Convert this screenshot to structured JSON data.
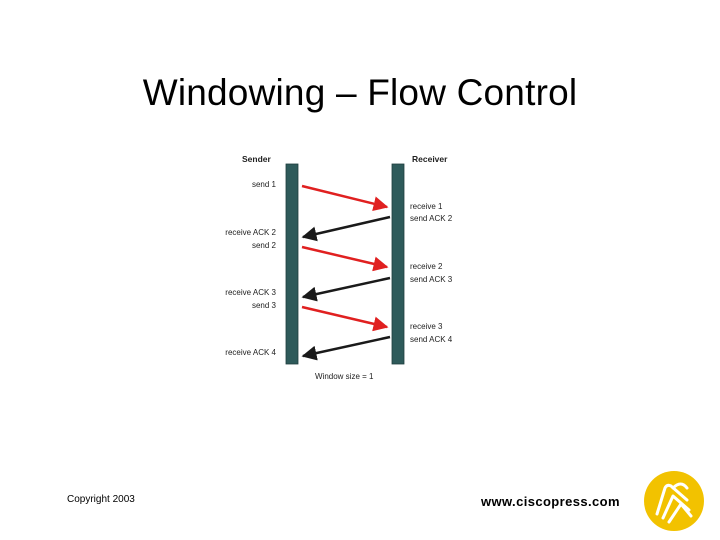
{
  "slide": {
    "title": "Windowing – Flow Control",
    "footer": {
      "copyright": "Copyright 2003",
      "website": "www.ciscopress.com"
    },
    "logo": {
      "icon": "ciscopress-logo-icon",
      "color": "#f2c200"
    }
  },
  "diagram": {
    "sender_header": "Sender",
    "receiver_header": "Receiver",
    "window_size_label": "Window size = 1",
    "sender_labels": [
      "send 1",
      "receive ACK 2",
      "send 2",
      "receive ACK 3",
      "send 3",
      "receive ACK 4"
    ],
    "receiver_labels": [
      "receive 1",
      "send ACK 2",
      "receive 2",
      "send ACK 3",
      "receive 3",
      "send ACK 4"
    ],
    "colors": {
      "bar": "#2e5a5a",
      "data_arrow": "#e02020",
      "ack_arrow": "#1a1a1a"
    }
  }
}
